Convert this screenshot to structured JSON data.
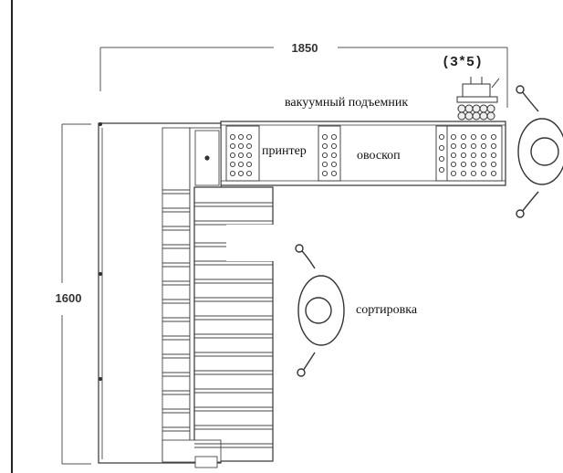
{
  "dimensions": {
    "width": "1850",
    "height": "1600"
  },
  "labels": {
    "vacuum_lifter": "вакуумный подъемник",
    "printer": "принтер",
    "candler": "овоскоп",
    "sorting": "сортировка",
    "grid": "(3*5)"
  }
}
